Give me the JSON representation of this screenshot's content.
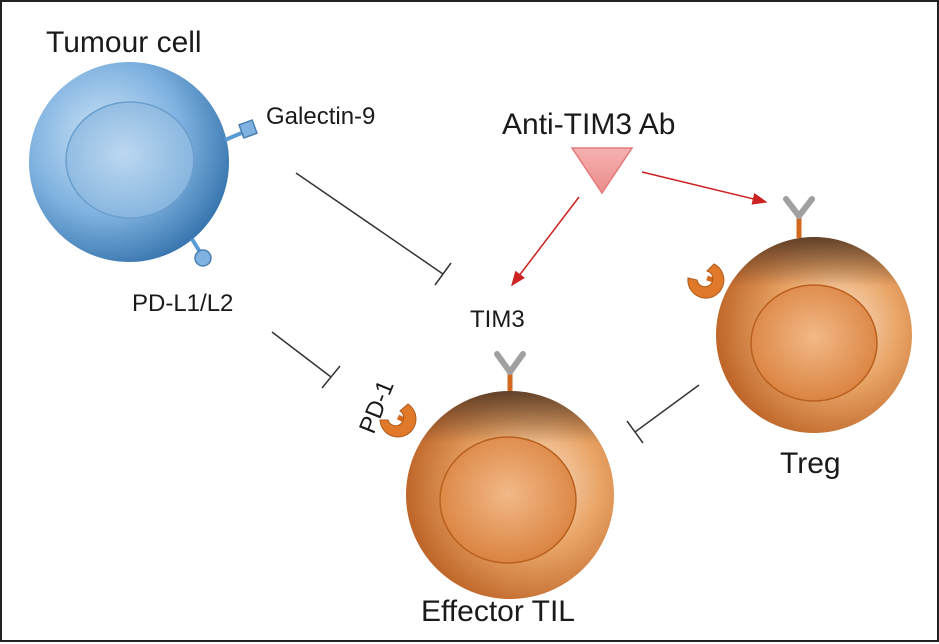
{
  "labels": {
    "tumour_cell": "Tumour cell",
    "galectin": "Galectin-9",
    "pd_l1_l2": "PD-L1/L2",
    "anti_tim3": "Anti-TIM3 Ab",
    "tim3": "TIM3",
    "pd1": "PD-1",
    "effector_til": "Effector TIL",
    "treg": "Treg"
  },
  "colors": {
    "tumour_cell": "#5b9bd5",
    "til_cell": "#d2691e",
    "antibody": "#f4a3a3",
    "activation_arrow": "#cc2222",
    "inhibition_line": "#333333",
    "tim3_receptor": "#9a9a9a"
  }
}
